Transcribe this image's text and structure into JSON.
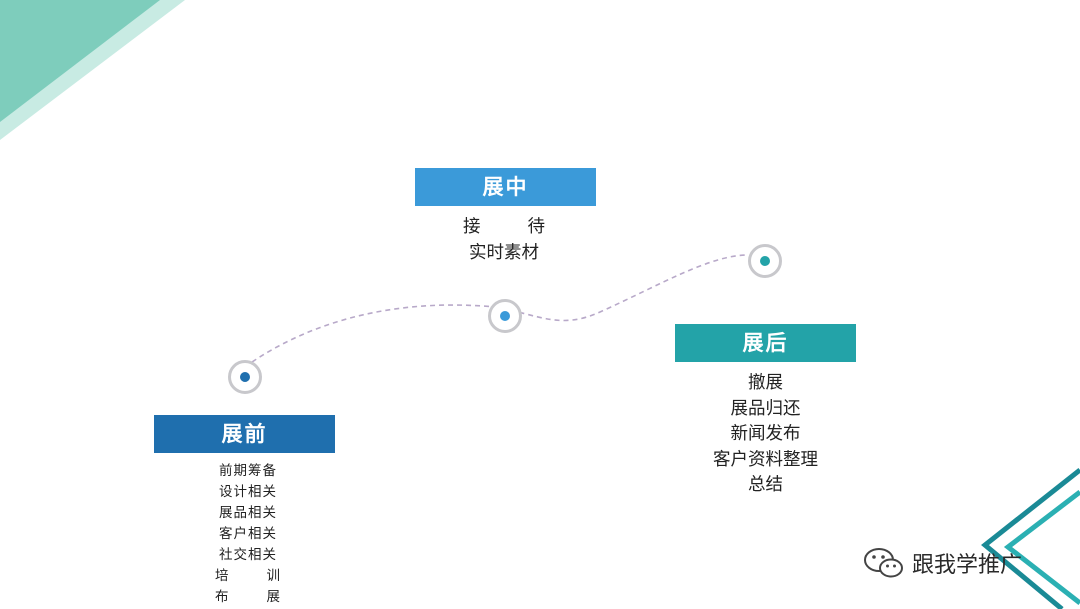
{
  "colors": {
    "pre_header": "#1f6fae",
    "mid_header": "#3b9ad9",
    "post_header": "#23a3a8",
    "pre_dot": "#1f6fae",
    "mid_dot": "#3b9ad9",
    "post_dot": "#23a3a8",
    "curve": "#b8a9c9",
    "corner_teal": "#7ecdbc",
    "corner_teal_light": "#c8ebe3",
    "frame_dark": "#1a8a96",
    "frame_light": "#2bb0b3"
  },
  "stages": {
    "pre": {
      "label": "展前",
      "items": [
        "前期筹备",
        "设计相关",
        "展品相关",
        "客户相关",
        "社交相关"
      ],
      "spaced_items": [
        [
          "培",
          "训"
        ],
        [
          "布",
          "展"
        ]
      ]
    },
    "mid": {
      "label": "展中",
      "spaced_items": [
        [
          "接",
          "待"
        ]
      ],
      "items": [
        "实时素材"
      ]
    },
    "post": {
      "label": "展后",
      "items": [
        "撤展",
        "展品归还",
        "新闻发布",
        "客户资料整理",
        "总结"
      ]
    }
  },
  "watermark": {
    "text": "跟我学推广",
    "icon": "wechat-icon"
  }
}
